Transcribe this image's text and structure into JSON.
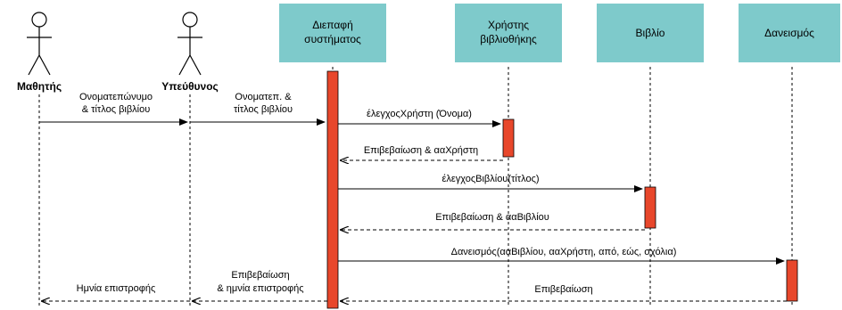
{
  "actors": [
    {
      "name": "Μαθητής"
    },
    {
      "name": "Υπεύθυνος"
    }
  ],
  "objects": [
    {
      "lines": [
        "Διεπαφή",
        "συστήματος"
      ]
    },
    {
      "lines": [
        "Χρήστης",
        "βιβλιοθήκης"
      ]
    },
    {
      "lines": [
        "Βιβλίο"
      ]
    },
    {
      "lines": [
        "Δανεισμός"
      ]
    }
  ],
  "messages": [
    {
      "lines": [
        "Ονοματεπώνυμο",
        "& τίτλος βιβλίου"
      ],
      "type": "sync"
    },
    {
      "lines": [
        "Ονοματεπ. &",
        "τίτλος βιβλίου"
      ],
      "type": "sync"
    },
    {
      "lines": [
        "έλεγχοςΧρήστη (Όνομα)"
      ],
      "type": "sync"
    },
    {
      "lines": [
        "Επιβεβαίωση & ααΧρήστη"
      ],
      "type": "return"
    },
    {
      "lines": [
        "έλεγχοςΒιβλίου(τίτλος)"
      ],
      "type": "sync"
    },
    {
      "lines": [
        "Επιβεβαίωση & ααΒιβλίου"
      ],
      "type": "return"
    },
    {
      "lines": [
        "Δανεισμός(ααΒιβλίου, ααΧρήστη, από, εώς, σχόλια)"
      ],
      "type": "sync"
    },
    {
      "lines": [
        "Επιβεβαίωση"
      ],
      "type": "return"
    },
    {
      "lines": [
        "Επιβεβαίωση",
        "& ημνία επιστροφής"
      ],
      "type": "return"
    },
    {
      "lines": [
        "Ημνία επιστροφής"
      ],
      "type": "return"
    }
  ],
  "colors": {
    "object_box": "#7ECACB",
    "activation": "#E8472B",
    "line": "#000000"
  }
}
